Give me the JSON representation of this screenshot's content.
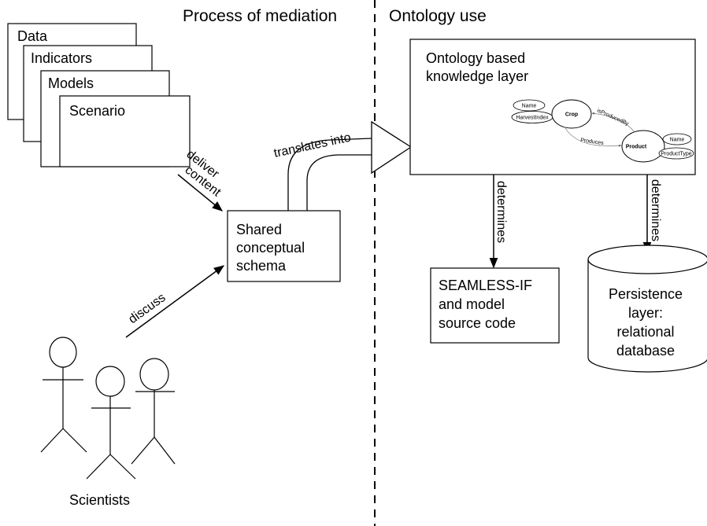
{
  "headings": {
    "left": "Process of mediation",
    "right": "Ontology use"
  },
  "stack": {
    "data": "Data",
    "indicators": "Indicators",
    "models": "Models",
    "scenario": "Scenario"
  },
  "labels": {
    "deliver": "deliver",
    "content": "content",
    "discuss": "discuss",
    "translates_into": "translates into",
    "determines_left": "determines",
    "determines_right": "determines"
  },
  "schema_box": {
    "line1": "Shared",
    "line2": "conceptual",
    "line3": "schema"
  },
  "knowledge_layer": {
    "line1": "Ontology based",
    "line2": "knowledge layer"
  },
  "mini_ontology": {
    "crop": "Crop",
    "crop_name": "Name",
    "crop_harvest_index": "HarvestIndex",
    "product": "Product",
    "product_name": "Name",
    "product_type": "ProductType",
    "is_produced_by": "isProducedBy",
    "produces": "Produces"
  },
  "seamless_box": {
    "line1": "SEAMLESS-IF",
    "line2": "and model",
    "line3": "source code"
  },
  "database": {
    "line1": "Persistence",
    "line2": "layer:",
    "line3": "relational",
    "line4": "database"
  },
  "scientists_label": "Scientists"
}
